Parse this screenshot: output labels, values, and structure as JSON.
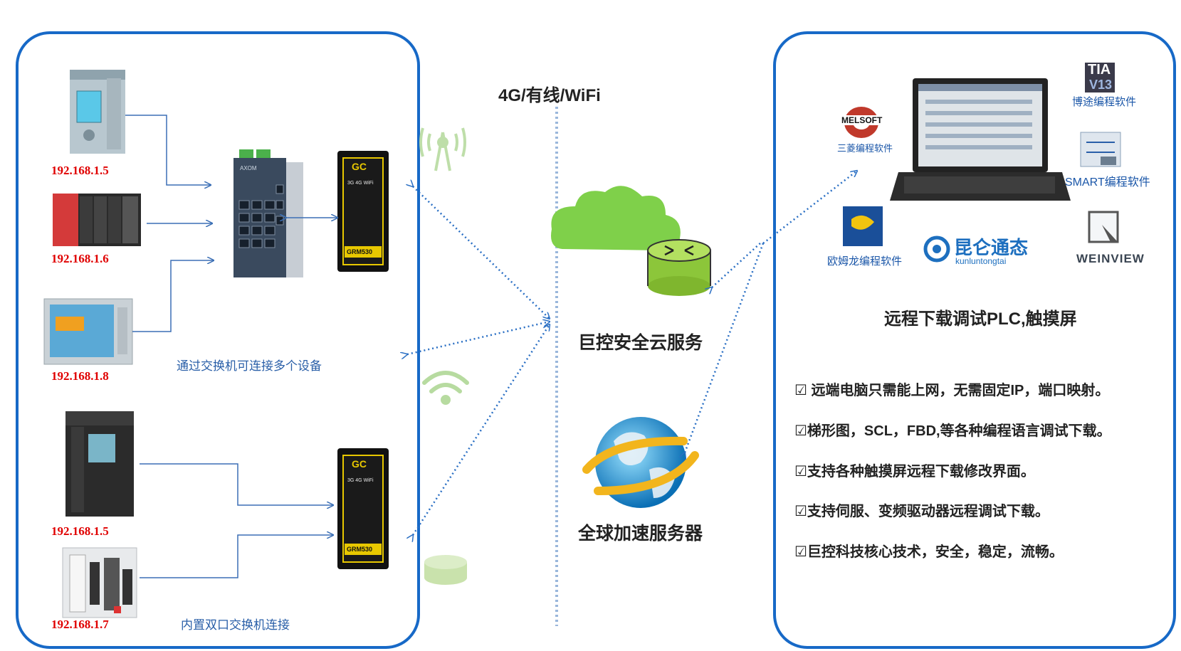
{
  "network_label": "4G/有线/WiFi",
  "cloud_service_label": "巨控安全云服务",
  "global_server_label": "全球加速服务器",
  "left": {
    "ips": [
      "192.168.1.5",
      "192.168.1.6",
      "192.168.1.8",
      "192.168.1.5",
      "192.168.1.7"
    ],
    "switch_caption": "通过交换机可连接多个设备",
    "dual_port_caption": "内置双口交换机连接",
    "gateway_brand": "GC",
    "gateway_model": "GRM530",
    "gateway_signal_text": "3G 4G WiFi",
    "switch_brand": "AXOM"
  },
  "right": {
    "title": "远程下载调试PLC,触摸屏",
    "software": {
      "tia_logo_line1": "TIA",
      "tia_logo_line2": "V13",
      "tia_label": "博途编程软件",
      "melsoft_logo": "MELSOFT",
      "mitsubishi_label": "三菱编程软件",
      "smart_label": "SMART编程软件",
      "omron_label": "欧姆龙编程软件",
      "kunlun_cn": "昆仑通态",
      "kunlun_en": "kunluntongtai",
      "weinview": "WEINVIEW"
    },
    "features": [
      "☑ 远端电脑只需能上网，无需固定IP，端口映射。",
      "☑梯形图，SCL，FBD,等各种编程语言调试下载。",
      "☑支持各种触摸屏远程下载修改界面。",
      "☑支持伺服、变频驱动器远程调试下载。",
      "☑巨控科技核心技术，安全，稳定，流畅。"
    ]
  },
  "colors": {
    "panel_border": "#1769c7",
    "ip_text": "#e00000",
    "dotted_link": "#2a6fc4",
    "cloud_green": "#7fd04a",
    "router_green": "#9acb38"
  }
}
